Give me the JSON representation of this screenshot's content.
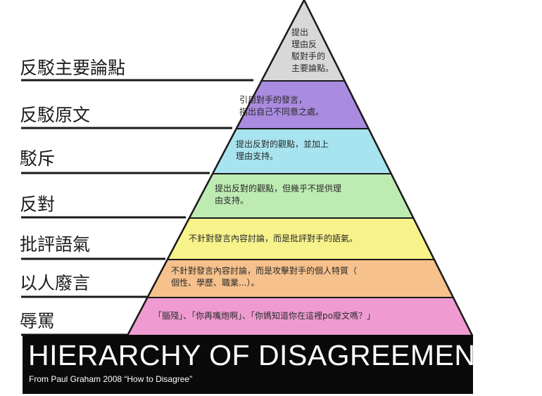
{
  "levels": [
    {
      "label": "反駁主要論點",
      "lines": [
        "提出",
        "理由反",
        "駁對手的",
        "主要論點。"
      ],
      "color": "#d8d8d8"
    },
    {
      "label": "反駁原文",
      "lines": [
        "引用對手的發言，",
        "指出自己不同意之處。"
      ],
      "color": "#a98be0"
    },
    {
      "label": "駁斥",
      "lines": [
        "提出反對的觀點，並加上",
        "理由支持。"
      ],
      "color": "#a8e4ef"
    },
    {
      "label": "反對",
      "lines": [
        "提出反對的觀點，但幾乎不提供理",
        "由支持。"
      ],
      "color": "#bdebb2"
    },
    {
      "label": "批評語氣",
      "lines": [
        "不針對發言內容討論，而是批評對手的語氣。"
      ],
      "color": "#f7f28a"
    },
    {
      "label": "以人廢言",
      "lines": [
        "不針對發言內容討論，而是攻擊對手的個人特質（",
        "個性、學歷、職業...）。"
      ],
      "color": "#f6c18c"
    },
    {
      "label": "辱罵",
      "lines": [
        "「腦殘」、「你再嘴炮啊」、「你媽知道你在這裡po廢文嗎？」"
      ],
      "color": "#ef9bd2"
    }
  ],
  "banner": {
    "title": "HIERARCHY OF DISAGREEMENT",
    "subtitle": "From Paul Graham 2008 “How to Disagree”"
  }
}
